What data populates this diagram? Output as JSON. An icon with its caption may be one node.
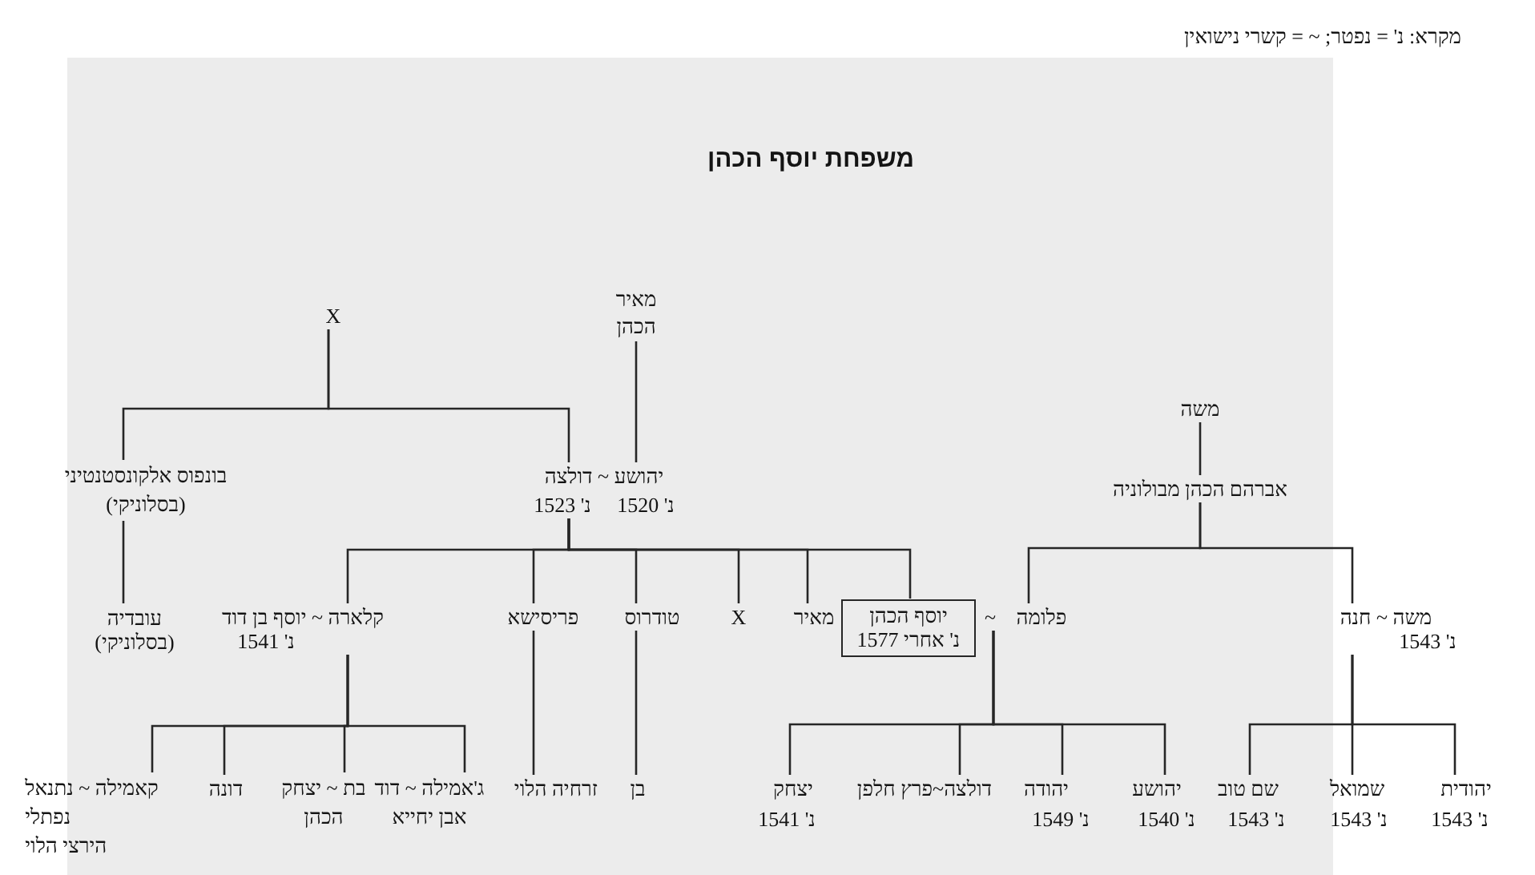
{
  "diagram": {
    "title": "משפחת יוסף הכהן",
    "nodes": [
      {
        "text": [
          "משה"
        ]
      },
      {
        "text": [
          "מאיר הכהן"
        ]
      },
      {
        "text": [
          "X"
        ]
      },
      {
        "text": [
          "אברהם הכהן מבולוניה"
        ]
      },
      {
        "text": [
          "יהושע ~ דולצה",
          "נ' 1520",
          "נ' 1523"
        ]
      },
      {
        "text": [
          "בונפוס אלקונסטנטיני (בסלוניקי)"
        ]
      },
      {
        "text": [
          "משה ~ חנה",
          "נ' 1543"
        ]
      },
      {
        "text": [
          "פלומה"
        ]
      },
      {
        "text": [
          "~"
        ]
      },
      {
        "text": [
          "יוסף הכהן",
          "נ' אחרי 1577"
        ]
      },
      {
        "text": [
          "מאיר"
        ]
      },
      {
        "text": [
          "X"
        ]
      },
      {
        "text": [
          "טודרוס"
        ]
      },
      {
        "text": [
          "פריסישא"
        ]
      },
      {
        "text": [
          "קלארה ~ יוסף בן דוד",
          "נ' 1541"
        ]
      },
      {
        "text": [
          "עובדיה (בסלוניקי)"
        ]
      },
      {
        "text": [
          "יהודית",
          "נ' 1543"
        ]
      },
      {
        "text": [
          "שמואל",
          "נ' 1543"
        ]
      },
      {
        "text": [
          "שם טוב",
          "נ' 1543"
        ]
      },
      {
        "text": [
          "יהושע",
          "נ' 1540"
        ]
      },
      {
        "text": [
          "יהודה",
          "נ' 1549"
        ]
      },
      {
        "text": [
          "דולצה~פרץ חלפן"
        ]
      },
      {
        "text": [
          "יצחק",
          "נ' 1541"
        ]
      },
      {
        "text": [
          "בן"
        ]
      },
      {
        "text": [
          "זרחיה הלוי"
        ]
      },
      {
        "text": [
          "ג'אמילה ~ דוד אבן יחייא"
        ]
      },
      {
        "text": [
          "בת ~ יצחק הכהן"
        ]
      },
      {
        "text": [
          "דונה"
        ]
      },
      {
        "text": [
          "קאמילה ~ נתנאל נפתלי הירצי הלוי"
        ]
      }
    ],
    "edges": [
      {
        "from": 0,
        "to": 3,
        "arrow": "none"
      },
      {
        "from": 3,
        "to": 7,
        "arrow": "none"
      },
      {
        "from": 3,
        "to": 6,
        "arrow": "none"
      },
      {
        "from": 2,
        "to": 5,
        "arrow": "none"
      },
      {
        "from": 2,
        "to": 4,
        "arrow": "none"
      },
      {
        "from": 1,
        "to": 4,
        "arrow": "none"
      },
      {
        "from": 5,
        "to": 15,
        "arrow": "none"
      },
      {
        "from": 4,
        "to": 14,
        "arrow": "none"
      },
      {
        "from": 4,
        "to": 13,
        "arrow": "none"
      },
      {
        "from": 4,
        "to": 12,
        "arrow": "none"
      },
      {
        "from": 4,
        "to": 11,
        "arrow": "none"
      },
      {
        "from": 4,
        "to": 10,
        "arrow": "none"
      },
      {
        "from": 4,
        "to": 9,
        "arrow": "none"
      },
      {
        "from": 14,
        "to": 28,
        "arrow": "none"
      },
      {
        "from": 14,
        "to": 27,
        "arrow": "none"
      },
      {
        "from": 14,
        "to": 26,
        "arrow": "none"
      },
      {
        "from": 14,
        "to": 25,
        "arrow": "none"
      },
      {
        "from": 13,
        "to": 24,
        "arrow": "none"
      },
      {
        "from": 12,
        "to": 23,
        "arrow": "none"
      },
      {
        "from": 8,
        "to": 22,
        "arrow": "none"
      },
      {
        "from": 8,
        "to": 21,
        "arrow": "none"
      },
      {
        "from": 8,
        "to": 20,
        "arrow": "none"
      },
      {
        "from": 8,
        "to": 19,
        "arrow": "none"
      },
      {
        "from": 6,
        "to": 18,
        "arrow": "none"
      },
      {
        "from": 6,
        "to": 17,
        "arrow": "none"
      },
      {
        "from": 6,
        "to": 16,
        "arrow": "none"
      }
    ],
    "labels": [
      "מקרא: נ' = נפטר; ~ = קשרי נישואין"
    ]
  }
}
